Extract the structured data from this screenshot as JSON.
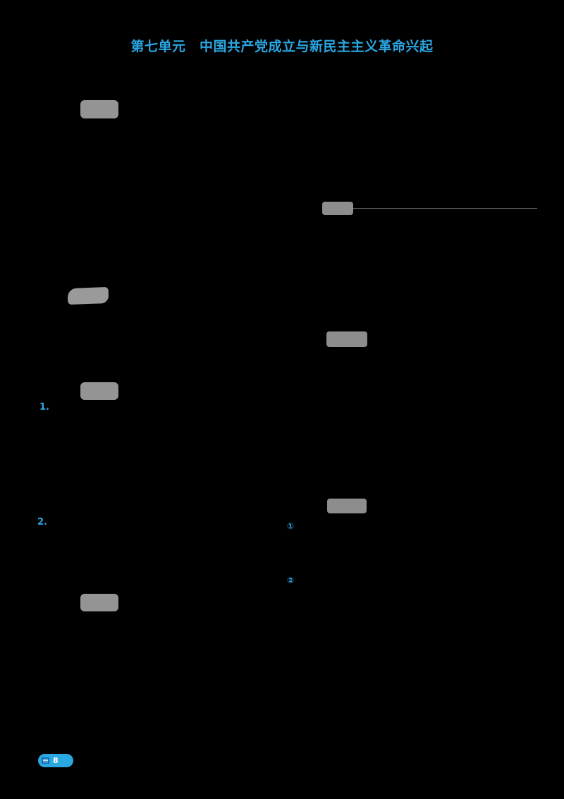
{
  "page": {
    "bg_color": "#000000",
    "accent_color": "#2ba7e2",
    "badge_color": "#949494"
  },
  "header": {
    "full_title": "第七单元　中国共产党成立与新民主主义革命兴起"
  },
  "section_badges": [
    {
      "label": ""
    },
    {
      "label": ""
    },
    {
      "label": ""
    },
    {
      "label": ""
    },
    {
      "label": ""
    },
    {
      "label": ""
    },
    {
      "label": ""
    }
  ],
  "answer_markers": [
    {
      "text": "1."
    },
    {
      "text": "2."
    },
    {
      "text": "①"
    },
    {
      "text": "②"
    }
  ],
  "footer": {
    "page_number": "8"
  }
}
